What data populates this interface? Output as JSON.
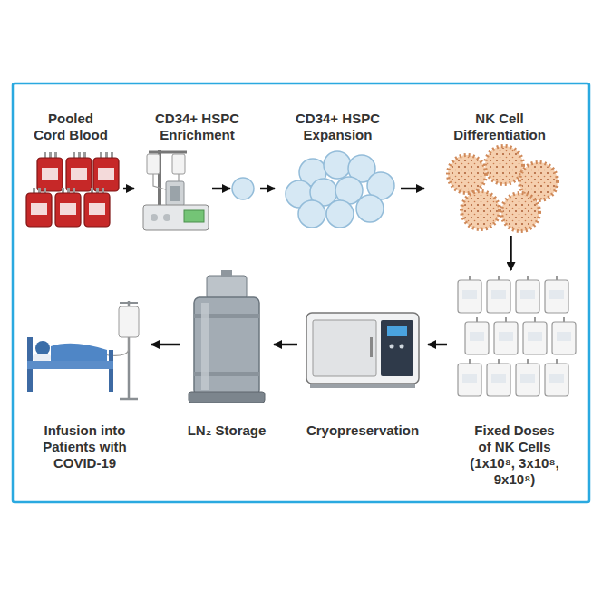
{
  "diagram": {
    "nodes": [
      {
        "text": [
          "Pooled Cord Blood"
        ]
      },
      {
        "text": [
          "CD34+ HSPC Enrichment"
        ]
      },
      {
        "text": [
          "CD34+ HSPC Expansion"
        ]
      },
      {
        "text": [
          "NK Cell Differentiation"
        ]
      },
      {
        "text": [
          "Fixed Doses of NK Cells (1x10⁸, 3x10⁸, 9x10⁸)"
        ]
      },
      {
        "text": [
          "Cryopreservation"
        ]
      },
      {
        "text": [
          "LN₂ Storage"
        ]
      },
      {
        "text": [
          "Infusion into Patients with COVID-19"
        ]
      }
    ],
    "edges": [
      {
        "from": 0,
        "to": 1,
        "arrow": "to"
      },
      {
        "from": 1,
        "to": 2,
        "arrow": "to"
      },
      {
        "from": 2,
        "to": 3,
        "arrow": "to"
      },
      {
        "from": 3,
        "to": 4,
        "arrow": "to"
      },
      {
        "from": 4,
        "to": 5,
        "arrow": "to"
      },
      {
        "from": 5,
        "to": 6,
        "arrow": "to"
      },
      {
        "from": 6,
        "to": 7,
        "arrow": "to"
      }
    ]
  }
}
